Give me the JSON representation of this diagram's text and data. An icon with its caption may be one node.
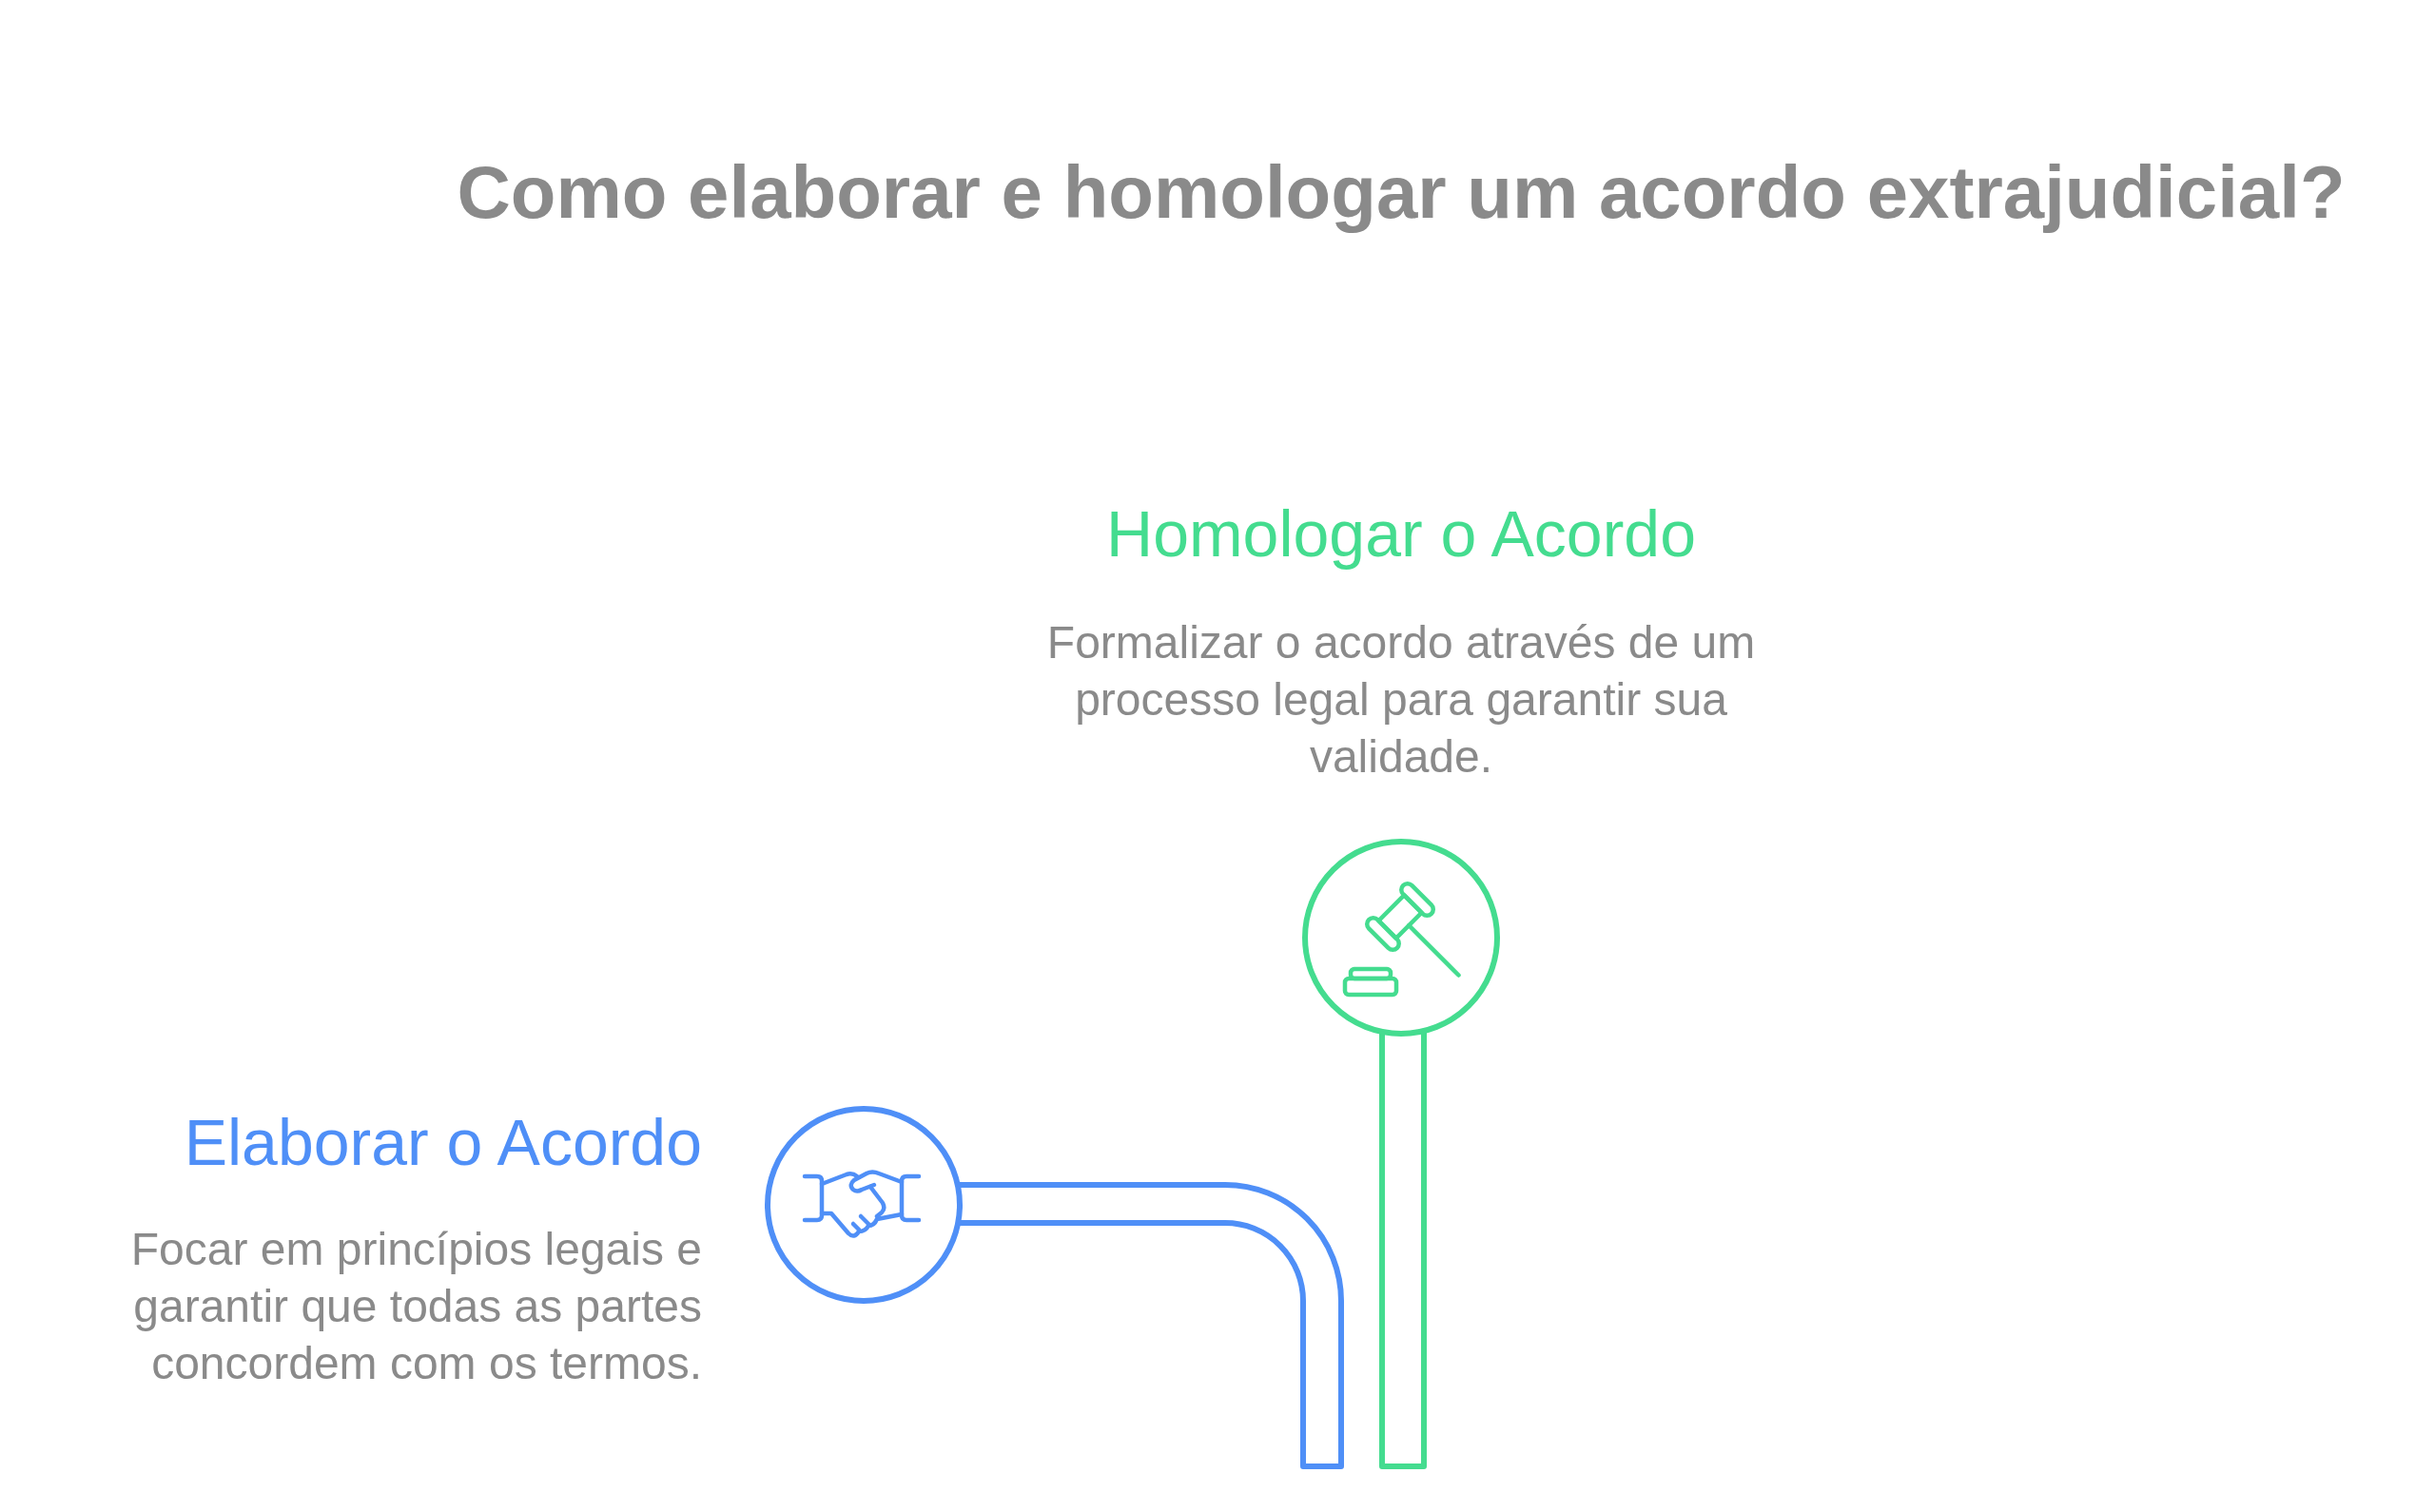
{
  "diagram": {
    "title": "Como elaborar e homologar um acordo extrajudicial?",
    "nodes": [
      {
        "text": [
          "Elaborar o Acordo",
          "Focar em princípios legais e garantir que todas as partes concordem com os termos."
        ]
      },
      {
        "text": [
          "Homologar o Acordo",
          "Formalizar o acordo através de um processo legal para garantir sua validade."
        ]
      }
    ]
  }
}
